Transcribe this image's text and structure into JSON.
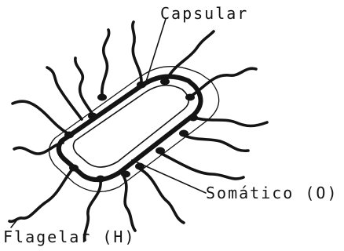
{
  "labels": {
    "capsular": "Capsular",
    "somatico": "Somático (O)",
    "flagelar": "Flagelar (H)"
  },
  "colors": {
    "ink": "#141414",
    "paper": "#ffffff"
  }
}
